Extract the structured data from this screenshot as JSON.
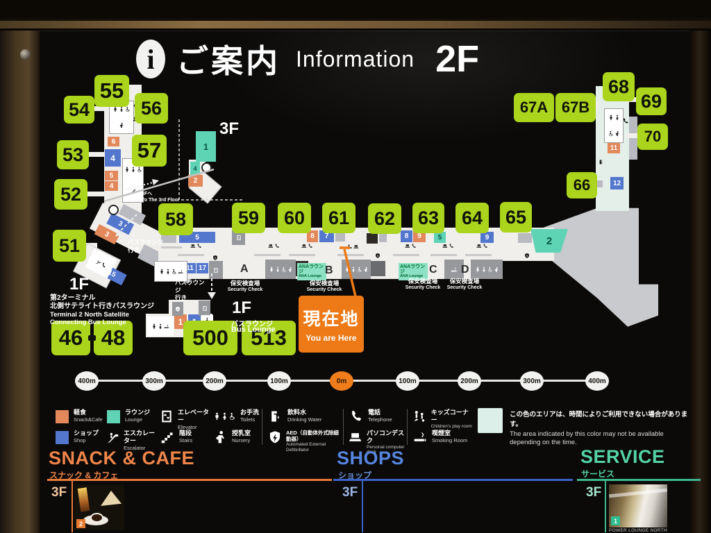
{
  "header": {
    "info_symbol": "i",
    "title_jp": "ご案内",
    "title_en": "Information",
    "floor": "2F"
  },
  "map": {
    "gates": [
      "55",
      "54",
      "56",
      "53",
      "57",
      "52",
      "51",
      "58",
      "59",
      "60",
      "61",
      "62",
      "63",
      "64",
      "65",
      "66",
      "67A",
      "67B",
      "68",
      "69",
      "70"
    ],
    "gate_pair": {
      "a": "46",
      "b": "48"
    },
    "bus_gates": {
      "a": "500",
      "b": "513"
    },
    "floor3": {
      "label": "3F",
      "to_jp": "3Fへ",
      "to_en": "To The 3rd Floor"
    },
    "floor1_left": {
      "floor": "1F",
      "jp1": "第2ターミナル",
      "jp2": "北側サテライト行きバスラウンジ",
      "en1": "Terminal 2 North Satellite",
      "en2": "Connecting Bus Lounge"
    },
    "floor1_center": {
      "floor": "1F",
      "jp": "バスラウンジ",
      "en": "Bus Lounge"
    },
    "bus_arrow": {
      "jp1": "バスラウンジ",
      "jp2": "行き"
    },
    "you_are_here": {
      "jp": "現在地",
      "en": "You are Here"
    },
    "security": {
      "jp": "保安検査場",
      "en": "Security Check"
    },
    "checkpoints": {
      "a": "A",
      "b": "B",
      "c": "C",
      "d": "D"
    },
    "ana_lounge": {
      "jp": "ANAラウンジ",
      "en": "ANA Lounge"
    },
    "units": {
      "wing6": "6",
      "wing4": "4",
      "wing5": "5",
      "wing4b": "4",
      "diag3a": "3",
      "diag3b": "3",
      "diag15": "15",
      "c5": "5",
      "c8": "8",
      "c7": "7",
      "c8b": "8",
      "c9": "9",
      "c5t": "5",
      "c9b": "9",
      "c2": "2",
      "b11": "11",
      "b17": "17",
      "f1o": "1",
      "f1b": "1",
      "t1": "1",
      "t4": "4",
      "t2": "2",
      "r11": "11",
      "r12": "12"
    }
  },
  "scale": {
    "ticks": [
      "400m",
      "300m",
      "200m",
      "100m",
      "0m",
      "100m",
      "200m",
      "300m",
      "400m"
    ]
  },
  "legend": {
    "items": [
      {
        "jp": "軽食",
        "en": "Snack&Cafe"
      },
      {
        "jp": "ショップ",
        "en": "Shop"
      },
      {
        "jp": "ラウンジ",
        "en": "Lounge"
      },
      {
        "jp": "エスカレーター",
        "en": "Escalator"
      },
      {
        "jp": "エレベーター",
        "en": "Elevator"
      },
      {
        "jp": "階段",
        "en": "Stairs"
      },
      {
        "jp": "お手洗",
        "en": "Toilets"
      },
      {
        "jp": "授乳室",
        "en": "Nursery"
      },
      {
        "jp": "飲料水",
        "en": "Drinking Water"
      },
      {
        "jp": "AED（自動体外式除細動器）",
        "en": "Automated External Defibrillator"
      },
      {
        "jp": "電話",
        "en": "Telephone"
      },
      {
        "jp": "パソコンデスク",
        "en": "Personal computer desk"
      },
      {
        "jp": "キッズコーナー",
        "en": "Children's play room"
      },
      {
        "jp": "喫煙室",
        "en": "Smoking Room"
      }
    ],
    "note_jp": "この色のエリアは、時間によりご利用できない場合があります。",
    "note_en1": "The area indicated by this color may not be available",
    "note_en2": "depending on the time."
  },
  "sections": {
    "snack": {
      "title": "SNACK & CAFE",
      "subtitle": "スナック & カフェ",
      "floor": "3F",
      "badge": "2"
    },
    "shops": {
      "title": "SHOPS",
      "subtitle": "ショップ",
      "floor": "3F"
    },
    "service": {
      "title": "SERVICE",
      "subtitle": "サービス",
      "floor": "3F",
      "badge": "1",
      "caption": "POWER LOUNGE NORTH"
    }
  },
  "colors": {
    "gate_green": "#abd41c",
    "here_orange": "#ed7a16",
    "snack_orange": "#e2885a",
    "shop_blue": "#5377cd",
    "lounge_teal": "#5fd4b4",
    "pale_area": "#dcefe9",
    "heading_orange": "#f0854a",
    "heading_blue": "#5585de",
    "heading_teal": "#54d2a8"
  }
}
